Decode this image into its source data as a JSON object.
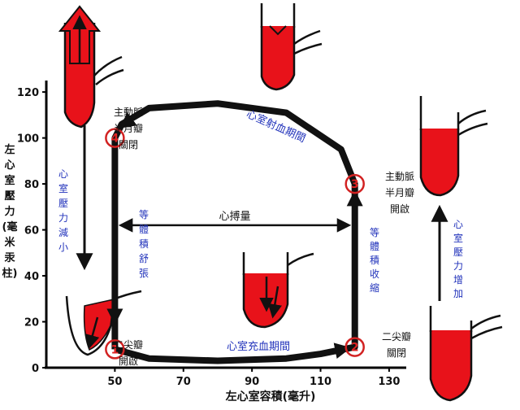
{
  "chart_data": {
    "type": "line",
    "title": "",
    "xlabel": "左心室容積(毫升)",
    "ylabel": "左心室壓力(毫米汞柱)",
    "xlim": [
      30,
      135
    ],
    "ylim": [
      0,
      125
    ],
    "x_ticks": [
      "50",
      "70",
      "90",
      "110",
      "130"
    ],
    "y_ticks": [
      "0",
      "20",
      "40",
      "60",
      "80",
      "100",
      "120"
    ],
    "grid": false,
    "loop_points": [
      {
        "x": 50,
        "y": 8
      },
      {
        "x": 60,
        "y": 4
      },
      {
        "x": 80,
        "y": 3
      },
      {
        "x": 100,
        "y": 4
      },
      {
        "x": 110,
        "y": 6
      },
      {
        "x": 120,
        "y": 9
      },
      {
        "x": 120,
        "y": 80
      },
      {
        "x": 116,
        "y": 95
      },
      {
        "x": 100,
        "y": 111
      },
      {
        "x": 80,
        "y": 115
      },
      {
        "x": 60,
        "y": 113
      },
      {
        "x": 52,
        "y": 106
      },
      {
        "x": 50,
        "y": 100
      },
      {
        "x": 50,
        "y": 8
      }
    ],
    "points": [
      {
        "id": "1",
        "x": 50,
        "y": 8
      },
      {
        "id": "2",
        "x": 120,
        "y": 9
      },
      {
        "id": "3",
        "x": 120,
        "y": 80
      },
      {
        "id": "4",
        "x": 50,
        "y": 100
      }
    ]
  },
  "labels": {
    "pt1": "1",
    "pt2": "2",
    "pt3": "3",
    "pt4": "4",
    "aortic_close": [
      "主動脈",
      "半月瓣",
      "關閉"
    ],
    "aortic_open": [
      "主動脈",
      "半月瓣",
      "開啟"
    ],
    "mitral_open": [
      "二尖瓣",
      "開啟"
    ],
    "mitral_close": [
      "二尖瓣",
      "關閉"
    ],
    "ejection": "心室射血期間",
    "filling": "心室充血期間",
    "stroke_volume": "心搏量",
    "isovol_relax": [
      "等",
      "體",
      "積",
      "舒",
      "張"
    ],
    "isovol_contract": [
      "等",
      "體",
      "積",
      "收",
      "縮"
    ],
    "pressure_decrease": [
      "心",
      "室",
      "壓",
      "力",
      "減",
      "小"
    ],
    "pressure_increase": [
      "心",
      "室",
      "壓",
      "力",
      "增",
      "加"
    ],
    "ylabel_chars": [
      "左",
      "心",
      "室",
      "壓",
      "力",
      "(毫",
      "米",
      "汞",
      "柱)"
    ]
  },
  "colors": {
    "blood": "#e8121a",
    "loop": "#111111",
    "marker": "#d22222",
    "phase_text": "#2233bb"
  },
  "icons": [
    "heart-ventricle-icon"
  ]
}
